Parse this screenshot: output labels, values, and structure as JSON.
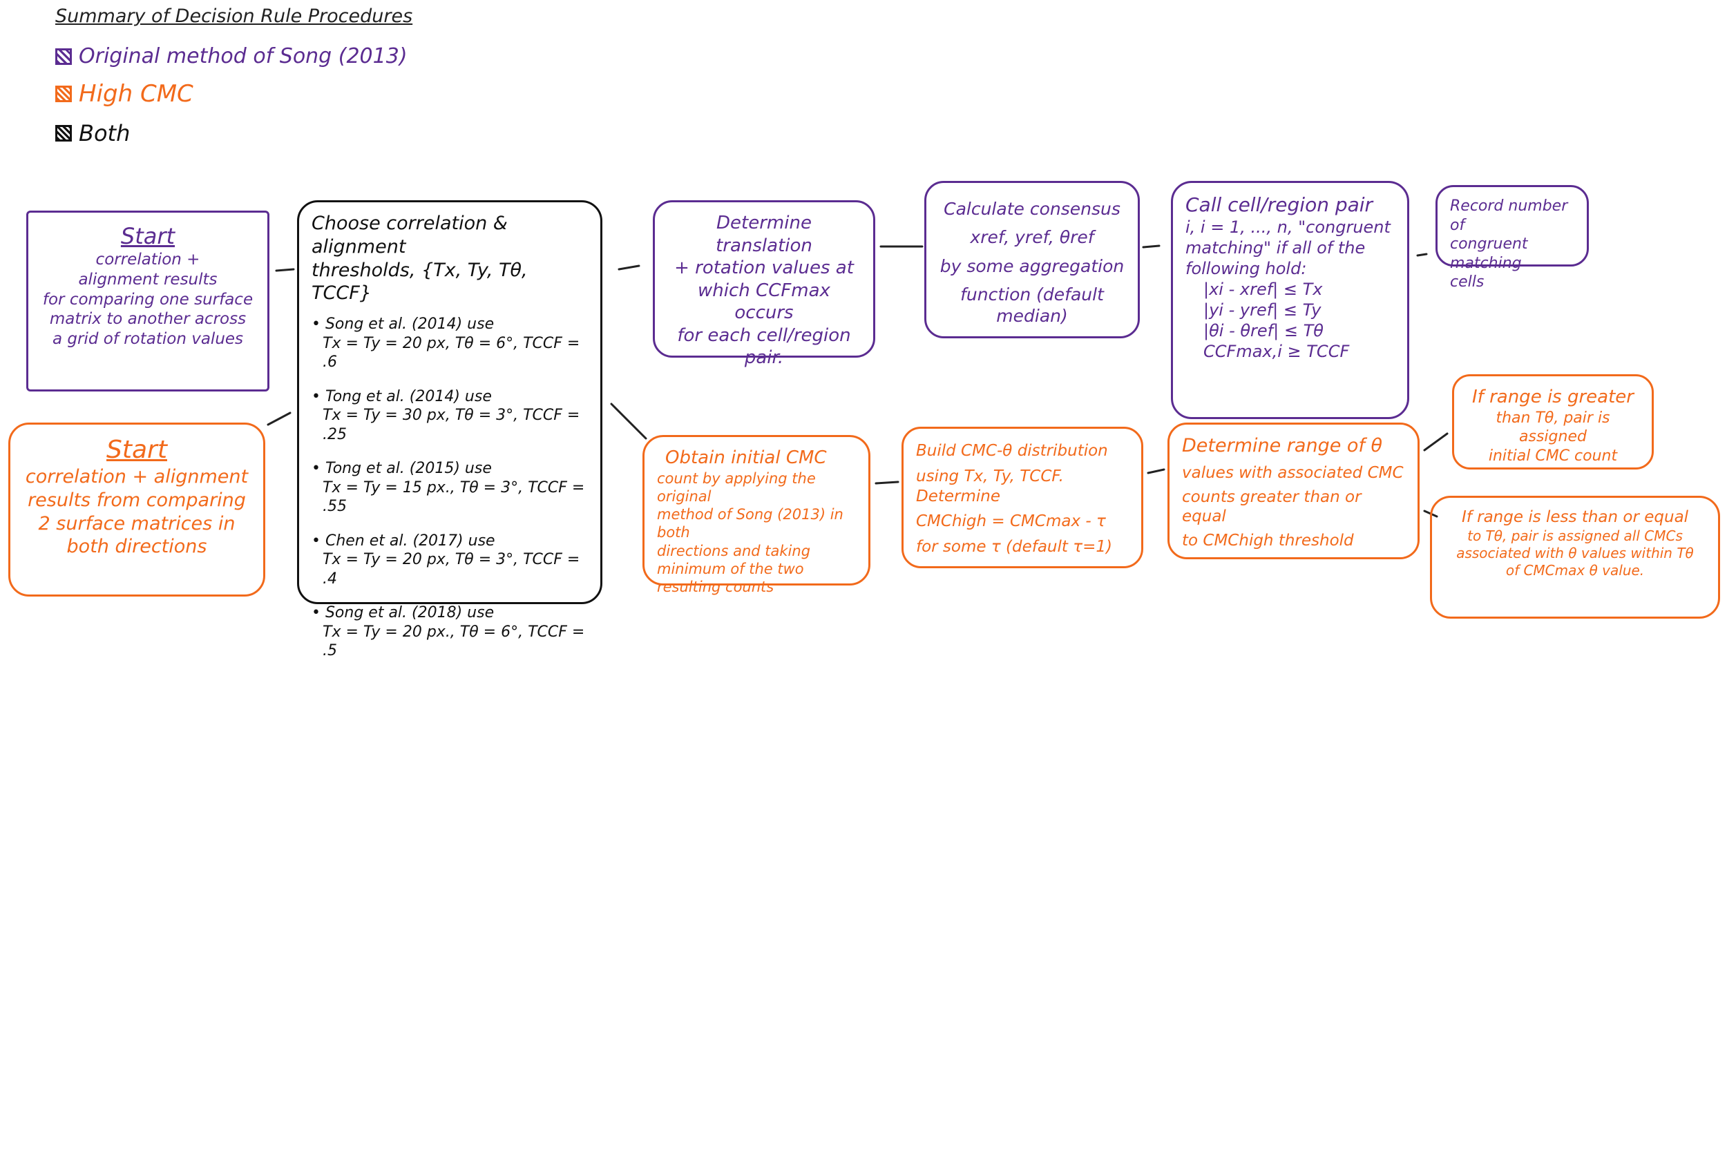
{
  "legend": {
    "title": "Summary of Decision Rule Procedures",
    "items": [
      {
        "label": "Original method of Song (2013)",
        "color": "#5b2c91"
      },
      {
        "label": "High CMC",
        "color": "#f26a1b"
      },
      {
        "label": "Both",
        "color": "#111111"
      }
    ]
  },
  "colors": {
    "purple": "#5b2c91",
    "orange": "#f26a1b",
    "black": "#111111"
  },
  "boxes": {
    "start_purple": {
      "heading": "Start",
      "lines": [
        "correlation +",
        "alignment results",
        "for comparing one surface",
        "matrix to another across",
        "a grid of rotation values"
      ]
    },
    "start_orange": {
      "heading": "Start",
      "lines": [
        "correlation + alignment",
        "results from comparing",
        "2 surface matrices in",
        "both directions"
      ]
    },
    "thresholds": {
      "title_lines": [
        "Choose correlation & alignment",
        "thresholds, {Tx, Ty, Tθ, TCCF}"
      ],
      "items": [
        {
          "ref": "• Song et al. (2014)  use",
          "vals": "Tx = Ty = 20 px, Tθ = 6°, TCCF = .6"
        },
        {
          "ref": "• Tong et al. (2014)  use",
          "vals": "Tx = Ty = 30 px, Tθ = 3°, TCCF = .25"
        },
        {
          "ref": "• Tong et al. (2015)  use",
          "vals": "Tx = Ty = 15 px., Tθ = 3°, TCCF = .55"
        },
        {
          "ref": "• Chen et al. (2017)  use",
          "vals": "Tx = Ty = 20 px, Tθ = 3°, TCCF = .4"
        },
        {
          "ref": "• Song et al. (2018)  use",
          "vals": "Tx = Ty = 20 px., Tθ = 6°, TCCF = .5"
        }
      ]
    },
    "determine_translation": {
      "lines": [
        "Determine translation",
        "+ rotation values at",
        "which CCFmax occurs",
        "for each cell/region",
        "pair."
      ]
    },
    "consensus": {
      "lines": [
        "Calculate consensus",
        "xref, yref, θref",
        "by some aggregation",
        "function (default median)"
      ]
    },
    "congruent": {
      "lines": [
        "Call cell/region pair",
        "i, i = 1, ..., n, \"congruent",
        "matching\" if all of the",
        "following hold:",
        "|xi - xref| ≤ Tx",
        "|yi - yref| ≤ Ty",
        "|θi - θref| ≤ Tθ",
        "CCFmax,i ≥ TCCF"
      ]
    },
    "record": {
      "lines": [
        "Record number of",
        "congruent matching",
        "cells"
      ]
    },
    "initial_cmc": {
      "lines": [
        "Obtain initial CMC",
        "count by applying the original",
        "method of Song (2013) in both",
        "directions and taking",
        "minimum of the two",
        "resulting counts"
      ]
    },
    "build_distribution": {
      "lines": [
        "Build CMC-θ distribution",
        "using Tx, Ty, TCCF. Determine",
        "CMChigh = CMCmax - τ",
        "for some τ (default τ=1)"
      ]
    },
    "determine_range": {
      "lines": [
        "Determine range of θ",
        "values with associated CMC",
        "counts greater than or equal",
        "to CMChigh threshold"
      ]
    },
    "range_greater": {
      "lines": [
        "If range is greater",
        "than Tθ, pair is assigned",
        "initial CMC count"
      ]
    },
    "range_less": {
      "lines": [
        "If range is less than or equal",
        "to Tθ, pair is assigned all CMCs",
        "associated with θ values within Tθ",
        "of CMCmax θ value."
      ]
    }
  }
}
